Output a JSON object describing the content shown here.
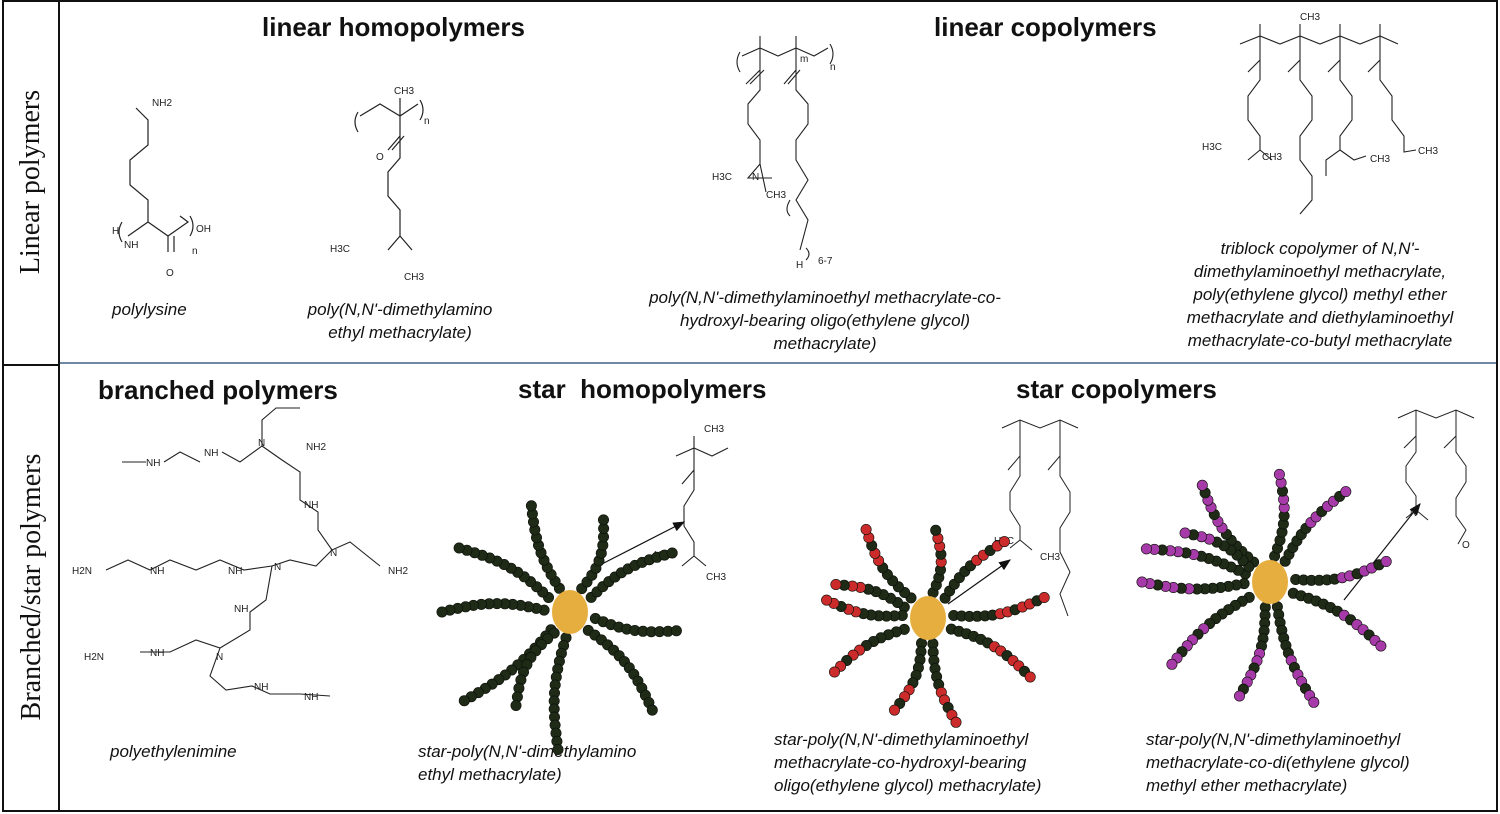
{
  "rows": {
    "linear_label": "Linear polymers",
    "branched_label": "Branched/star polymers"
  },
  "headings": {
    "linear_homopolymers": "linear homopolymers",
    "linear_copolymers": "linear copolymers",
    "branched_polymers": "branched polymers",
    "star_homopolymers": "star  homopolymers",
    "star_copolymers": "star copolymers"
  },
  "captions": {
    "polylysine": "polylysine",
    "pdmaema": [
      "poly(N,N'-dimethylamino",
      "ethyl methacrylate)"
    ],
    "pdmaema_co_oeg": [
      "poly(N,N'-dimethylaminoethyl methacrylate-co-",
      "hydroxyl-bearing oligo(ethylene glycol)",
      "methacrylate)"
    ],
    "triblock": [
      "triblock copolymer of N,N'-",
      "dimethylaminoethyl methacrylate,",
      "poly(ethylene glycol) methyl ether",
      "methacrylate and diethylaminoethyl",
      "methacrylate-co-butyl methacrylate"
    ],
    "pei": "polyethylenimine",
    "star_pdmaema": [
      "star-poly(N,N'-dimethylamino",
      "ethyl methacrylate)"
    ],
    "star_oeg": [
      "star-poly(N,N'-dimethylaminoethyl",
      "methacrylate-co-hydroxyl-bearing",
      "oligo(ethylene glycol) methacrylate)"
    ],
    "star_deg": [
      "star-poly(N,N'-dimethylaminoethyl",
      "methacrylate-co-di(ethylene glycol)",
      "methyl ether methacrylate)"
    ]
  },
  "atom_labels": {
    "nh2": "NH2",
    "nh": "NH",
    "oh": "OH",
    "h": "H",
    "o": "O",
    "n": "N",
    "ch3": "CH3",
    "h3c": "H3C",
    "subscript_n": "n",
    "subscript_m": "m",
    "subscript_67": "6-7",
    "h2n": "H2N"
  },
  "colors": {
    "frame": "#111111",
    "divider": "#6f88a3",
    "core": "#e6ae3e",
    "bead_dark": "#1f2a17",
    "bead_red": "#cc2b2b",
    "bead_purple": "#a63aa8"
  }
}
